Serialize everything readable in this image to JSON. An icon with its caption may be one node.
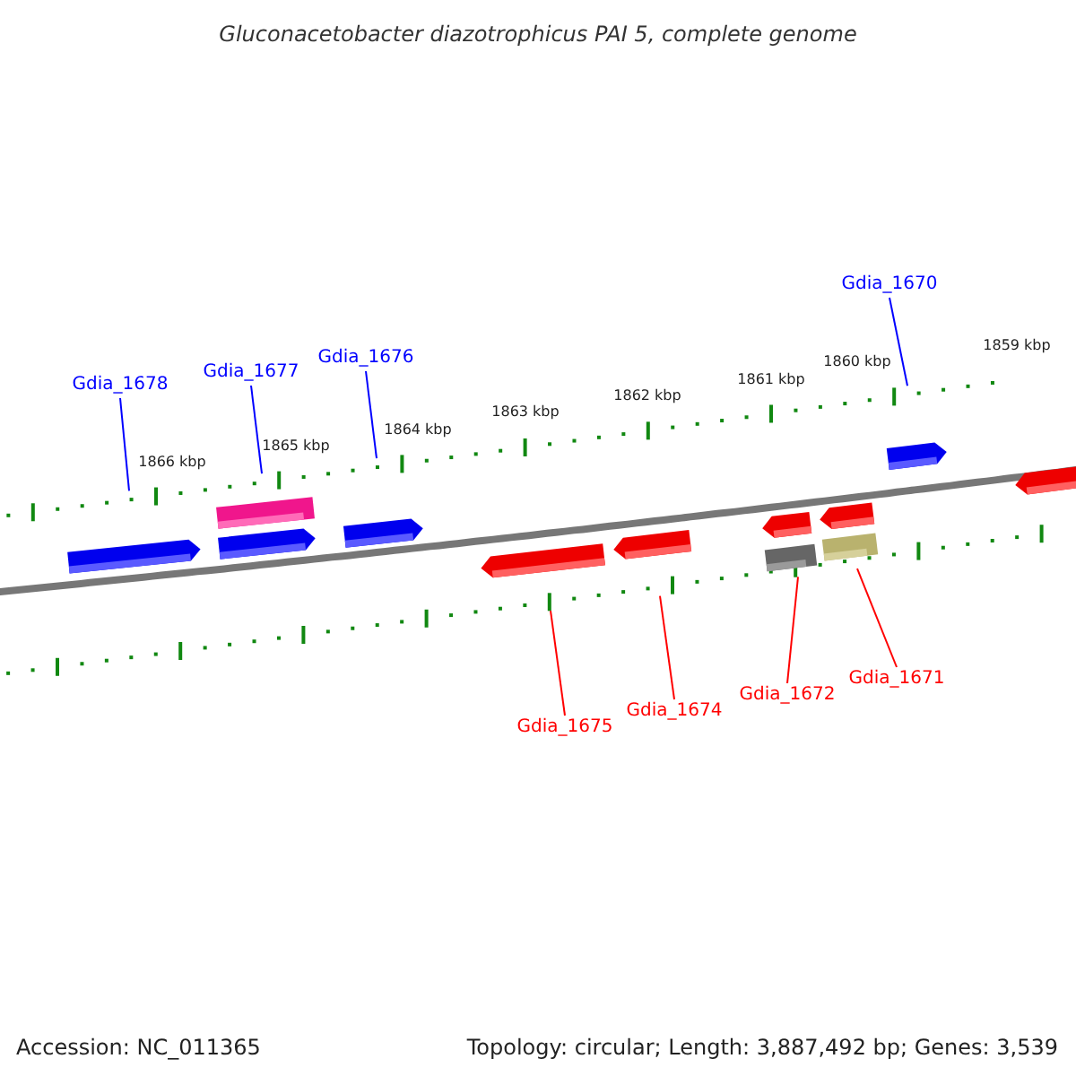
{
  "diagram": {
    "title": "Gluconacetobacter diazotrophicus PAI 5, complete genome",
    "nodes": [
      {
        "text": [
          "Gdia_1678"
        ]
      },
      {
        "text": [
          "Gdia_1677"
        ]
      },
      {
        "text": [
          "Gdia_1676"
        ]
      },
      {
        "text": [
          "Gdia_1670"
        ]
      },
      {
        "text": [
          "Gdia_1675"
        ]
      },
      {
        "text": [
          "Gdia_1674"
        ]
      },
      {
        "text": [
          "Gdia_1672"
        ]
      },
      {
        "text": [
          "Gdia_1671"
        ]
      },
      {
        "text": [],
        "shape": "bar"
      },
      {
        "text": [],
        "shape": "bar"
      }
    ],
    "edges": [
      {
        "from": 0,
        "to": 8,
        "arrow": "none",
        "color": "#0000ff"
      },
      {
        "from": 1,
        "to": 8,
        "arrow": "none",
        "color": "#0000ff"
      },
      {
        "from": 2,
        "to": 8,
        "arrow": "none",
        "color": "#0000ff"
      },
      {
        "from": 3,
        "to": 8,
        "arrow": "none",
        "color": "#0000ff"
      },
      {
        "from": 4,
        "to": 9,
        "arrow": "none",
        "color": "#ff0000"
      },
      {
        "from": 5,
        "to": 9,
        "arrow": "none",
        "color": "#ff0000"
      },
      {
        "from": 6,
        "to": 9,
        "arrow": "none",
        "color": "#ff0000"
      },
      {
        "from": 7,
        "to": 9,
        "arrow": "none",
        "color": "#ff0000"
      }
    ],
    "labels": [
      "1866 kbp",
      "1865 kbp",
      "1864 kbp",
      "1863 kbp",
      "1862 kbp",
      "1861 kbp",
      "1860 kbp",
      "1859 kbp",
      "Accession: NC_011365",
      "Topology: circular; Length: 3,887,492 bp; Genes: 3,539"
    ]
  }
}
